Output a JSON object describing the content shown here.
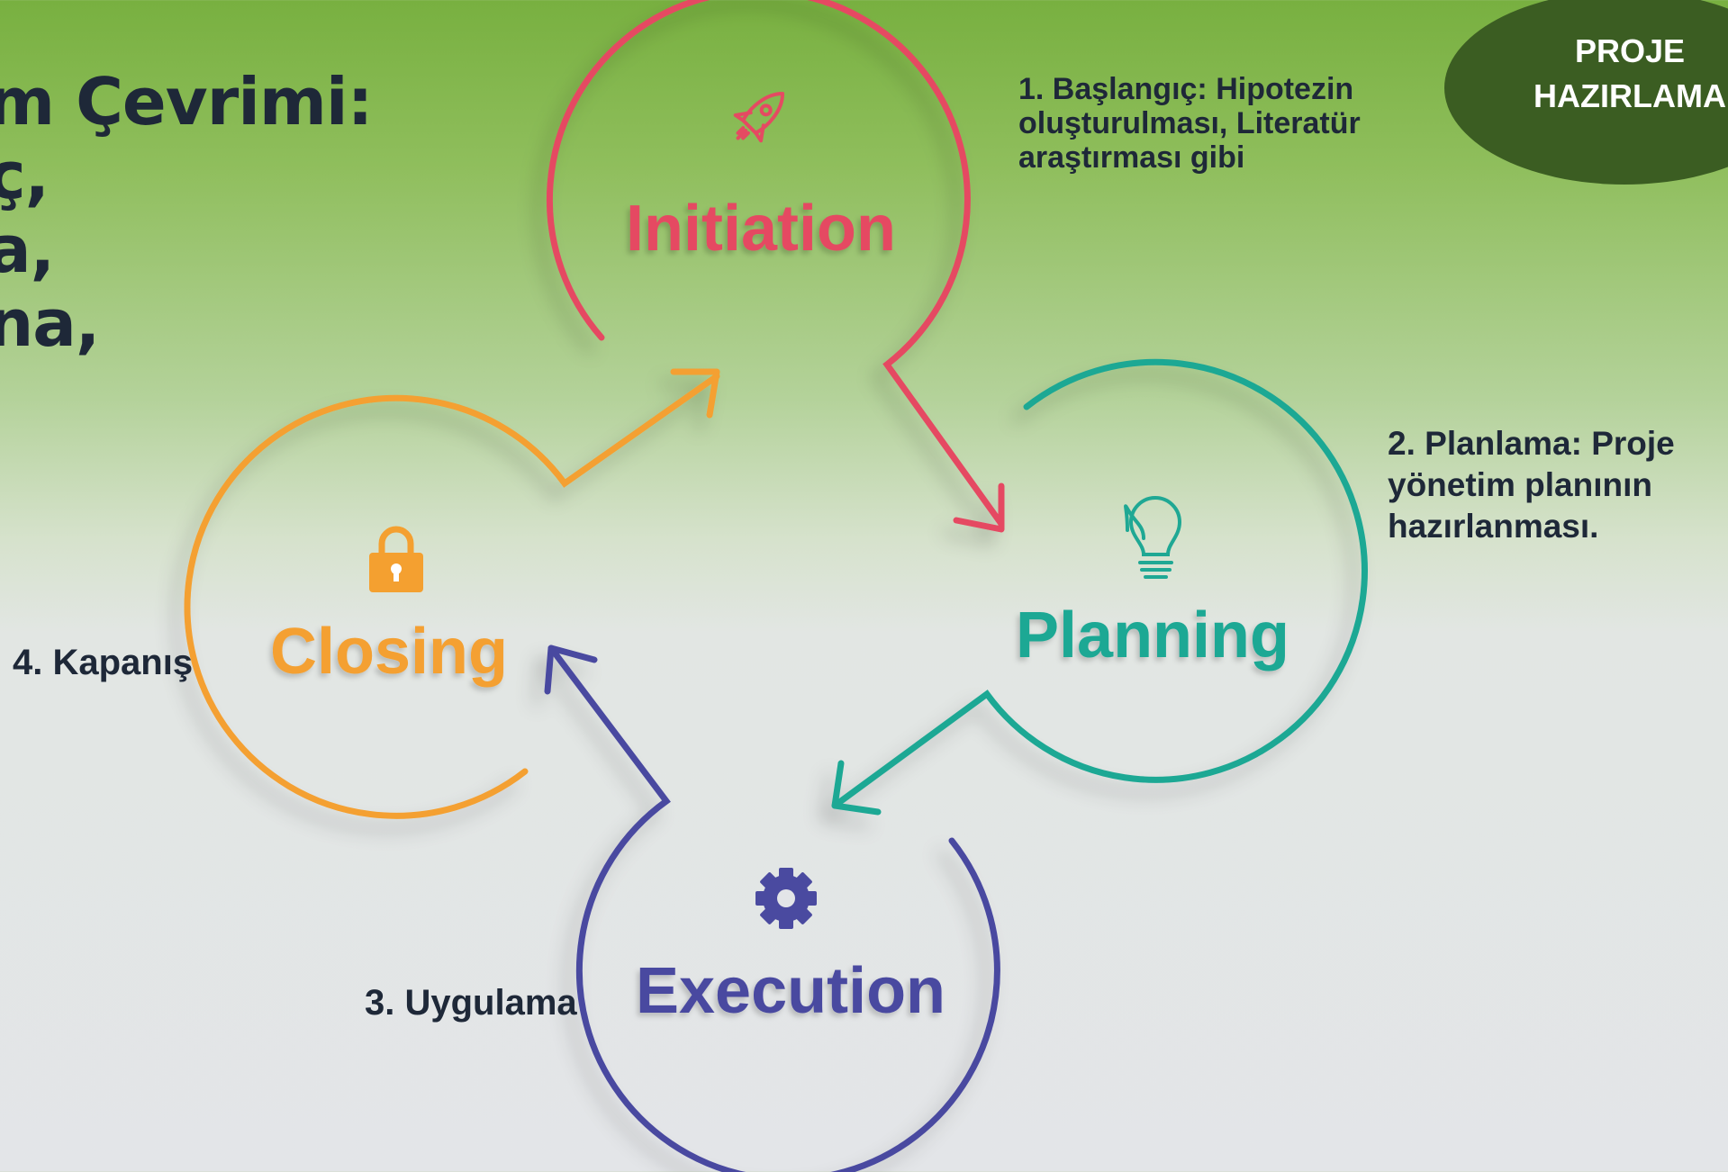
{
  "slide": {
    "title_fragment": "m Çevrimi:\nç,\na,\nna,",
    "badge": "PROJE\nHAZIRLAMA"
  },
  "notes": {
    "initiation": "1. Başlangıç: Hipotezin\noluşturulması, Literatür\naraştırması gibi",
    "planning": "2. Planlama: Proje\nyönetim planının\nhazırlanması.",
    "execution": "3. Uygulama",
    "closing": "4. Kapanış"
  },
  "diagram": {
    "phases": [
      {
        "id": "initiation",
        "label": "Initiation",
        "icon": "rocket-icon",
        "color": "#e54a62"
      },
      {
        "id": "planning",
        "label": "Planning",
        "icon": "lightbulb-icon",
        "color": "#1fa894"
      },
      {
        "id": "execution",
        "label": "Execution",
        "icon": "gear-icon",
        "color": "#4a4aa0"
      },
      {
        "id": "closing",
        "label": "Closing",
        "icon": "lock-icon",
        "color": "#f4a030"
      }
    ]
  }
}
